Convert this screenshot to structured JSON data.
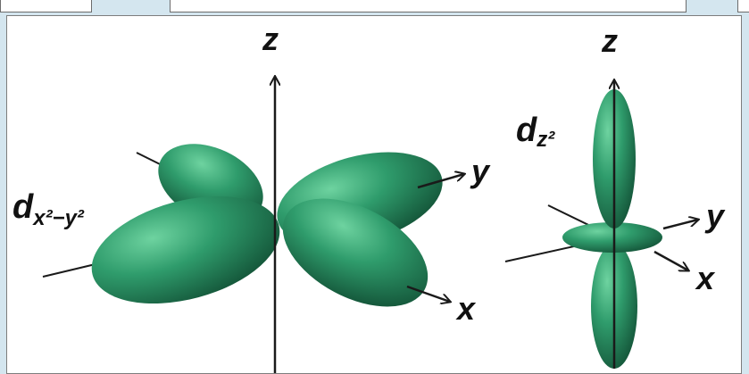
{
  "labels": {
    "z_left": "z",
    "y_left": "y",
    "x_left": "x",
    "orbital_left_d": "d",
    "orbital_left_sub": "x²−y²",
    "z_right": "z",
    "y_right": "y",
    "x_right": "x",
    "orbital_right_d": "d",
    "orbital_right_sub": "z²"
  },
  "colors": {
    "lobe": "#2f9c6c",
    "lobe_dark": "#1a6f4a",
    "lobe_light": "#5cc08f",
    "axis": "#1a1a1a",
    "background": "#d4e6ef"
  }
}
